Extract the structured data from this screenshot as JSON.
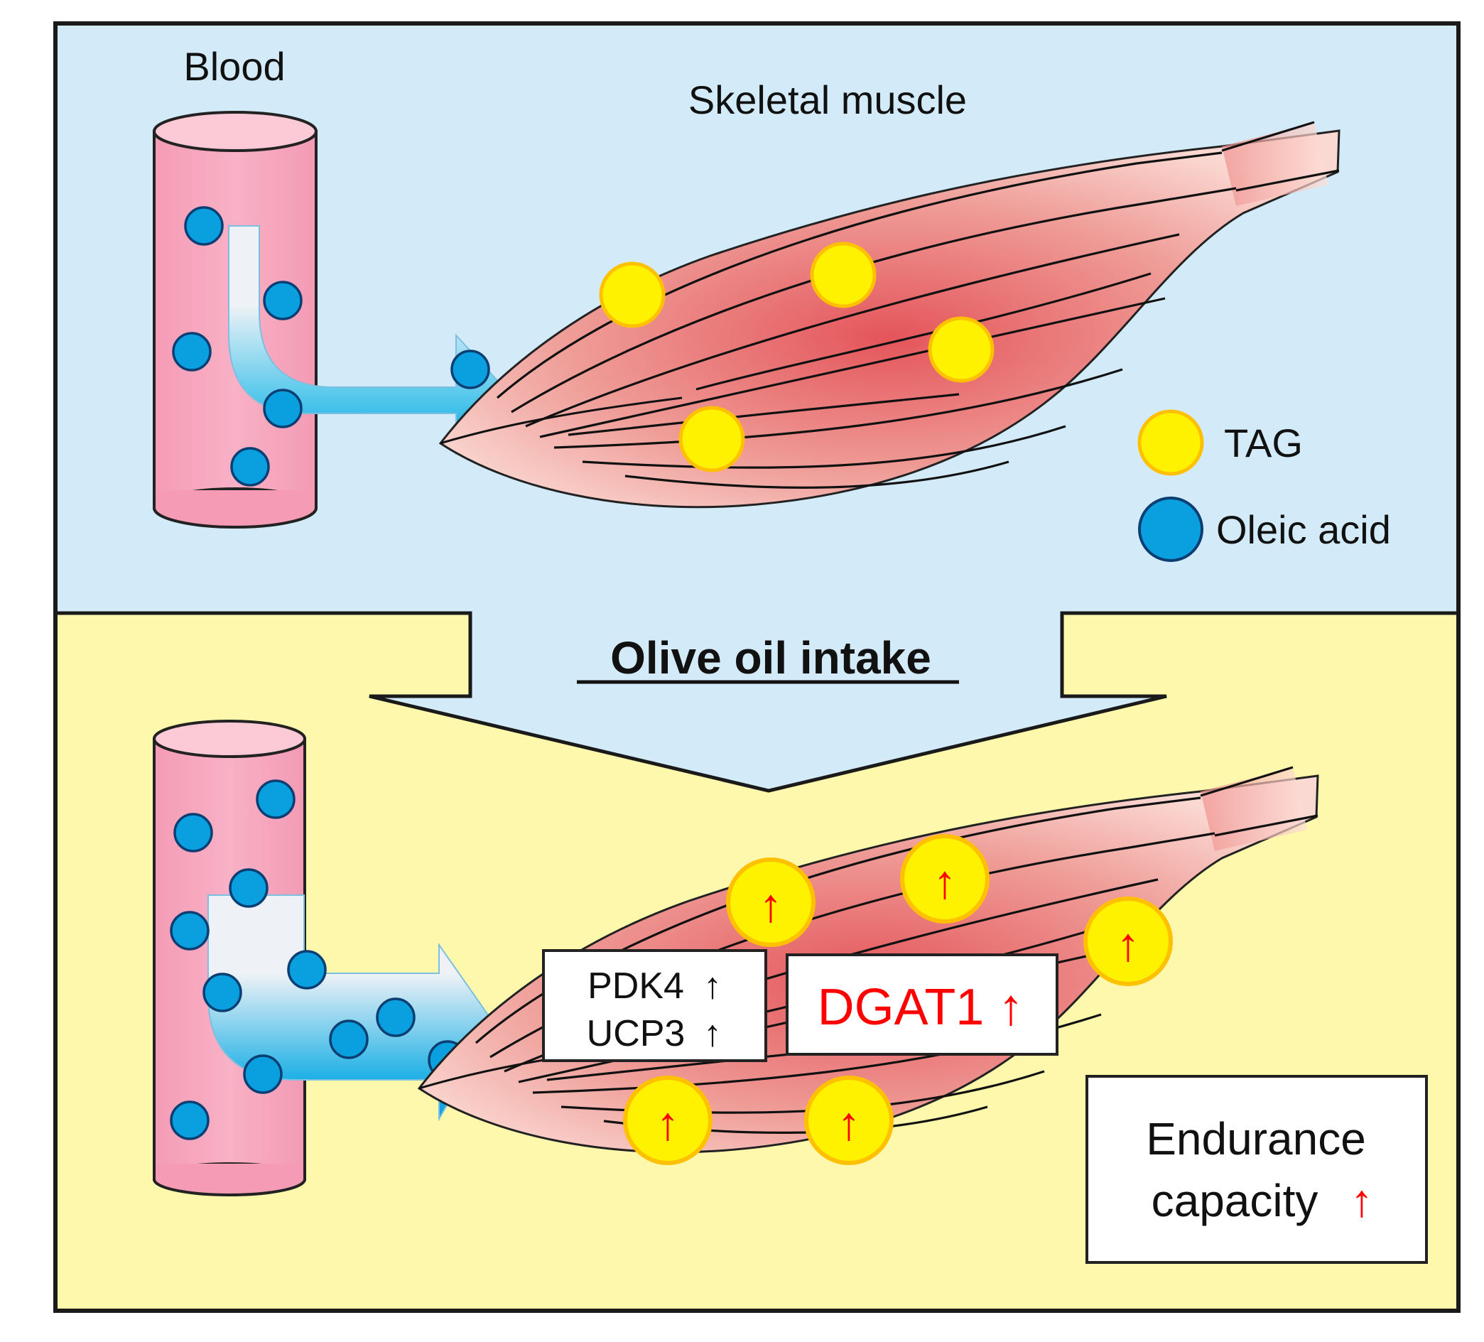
{
  "labels": {
    "blood": "Blood",
    "muscle": "Skeletal muscle",
    "intake": "Olive oil intake",
    "pdk4": "PDK4",
    "ucp3": "UCP3",
    "dgat1": "DGAT1",
    "endurance_line1": "Endurance",
    "endurance_line2": "capacity",
    "up_arrow": "↑"
  },
  "legend": {
    "tag": "TAG",
    "oleic": "Oleic acid"
  },
  "colors": {
    "top_panel": "#d3ebf8",
    "bottom_panel": "#fdf8ac",
    "vessel": "#f6a8c0",
    "oleic_acid": "#0aa0df",
    "tag": "#fff200",
    "tag_ring": "#ffc000",
    "muscle": "#e9908c",
    "red_text": "#ff0000",
    "outline": "#222222"
  }
}
